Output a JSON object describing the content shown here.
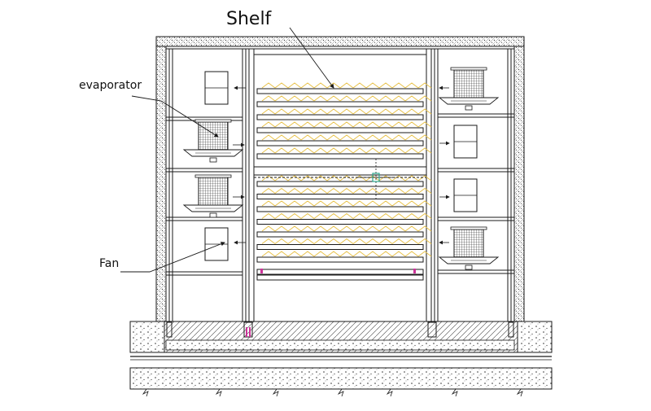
{
  "labels": {
    "shelf": "Shelf",
    "evaporator": "evaporator",
    "fan": "Fan"
  },
  "colors": {
    "line": "#1a1a1a",
    "tray": "#e8c24a",
    "marker": "#2fa88e",
    "accent": "#cc3399"
  }
}
